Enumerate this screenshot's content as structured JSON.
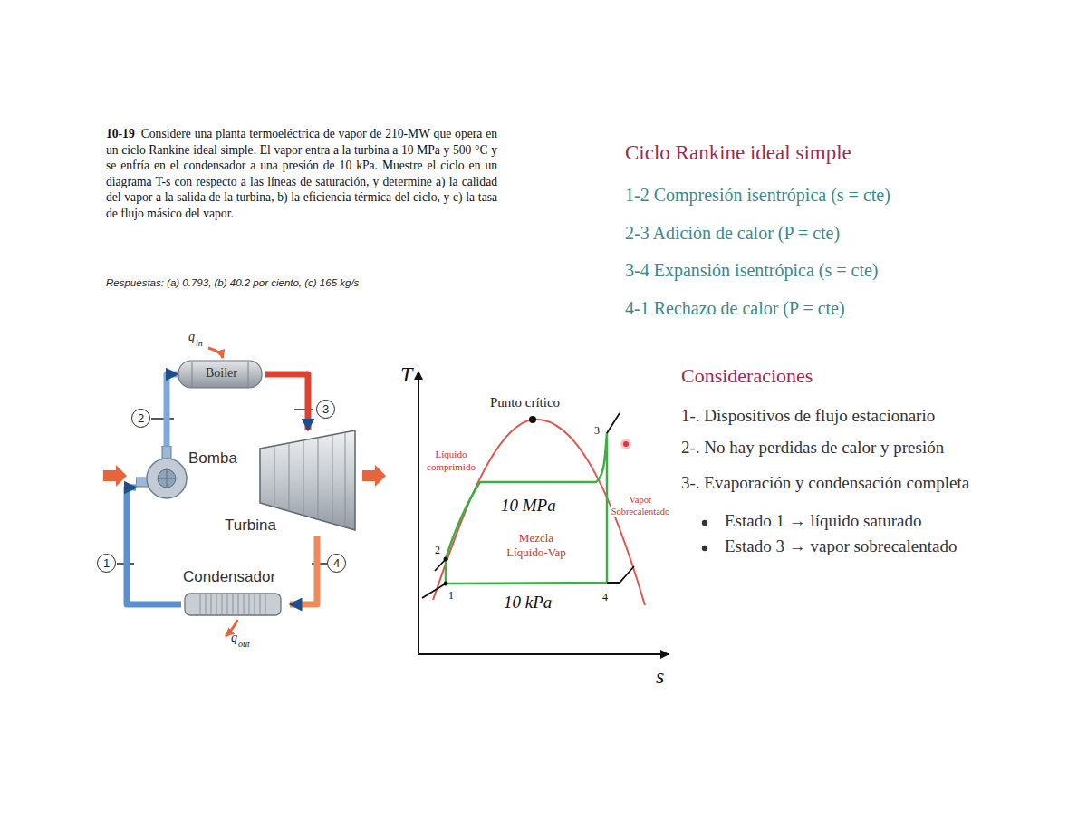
{
  "diagram": {
    "title": "Ciclo Rankine ideal simple",
    "nodes": [
      {
        "text": [
          "Boiler"
        ]
      },
      {
        "text": [
          "Bomba"
        ]
      },
      {
        "text": [
          "Turbina"
        ]
      },
      {
        "text": [
          "Condensador"
        ]
      }
    ],
    "edges": [
      {
        "from": 1,
        "to": 0,
        "arrow": "to",
        "label": "2"
      },
      {
        "from": 0,
        "to": 2,
        "arrow": "to",
        "label": "3"
      },
      {
        "from": 2,
        "to": 3,
        "arrow": "to",
        "label": "4"
      },
      {
        "from": 3,
        "to": 1,
        "arrow": "to",
        "label": "1"
      }
    ],
    "labels": [
      "10-19",
      "Considere una planta termoeléctrica de vapor de 210-MW que opera en un ciclo Rankine ideal simple. El vapor entra a la turbina a 10 MPa y 500 °C y se enfría en el condensador a una presión de 10 kPa. Muestre el ciclo en un diagrama T-s con respecto a las líneas de saturación, y determine a) la calidad del vapor a la salida de la turbina, b) la eficiencia térmica del ciclo, y c) la tasa de flujo másico del vapor.",
      "Respuestas: (a) 0.793, (b) 40.2 por ciento, (c) 165 kg/s",
      "1-2 Compresión isentrópica (s = cte)",
      "2-3 Adición de calor (P = cte)",
      "3-4 Expansión isentrópica (s = cte)",
      "4-1 Rechazo de calor (P = cte)",
      "Consideraciones",
      "1-. Dispositivos de flujo estacionario",
      "2-. No hay perdidas de calor y presión",
      "3-. Evaporación y condensación completa",
      "Estado 1 → líquido saturado",
      "Estado 3 → vapor sobrecalentado",
      "q",
      "in",
      "q",
      "out",
      "T",
      "s",
      "Punto crítico",
      "Líquido comprimido",
      "10 MPa",
      "Mezcla Líquido-Vap",
      "Vapor Sobrecalentado",
      "10 kPa",
      "3",
      "2",
      "1",
      "4"
    ]
  }
}
